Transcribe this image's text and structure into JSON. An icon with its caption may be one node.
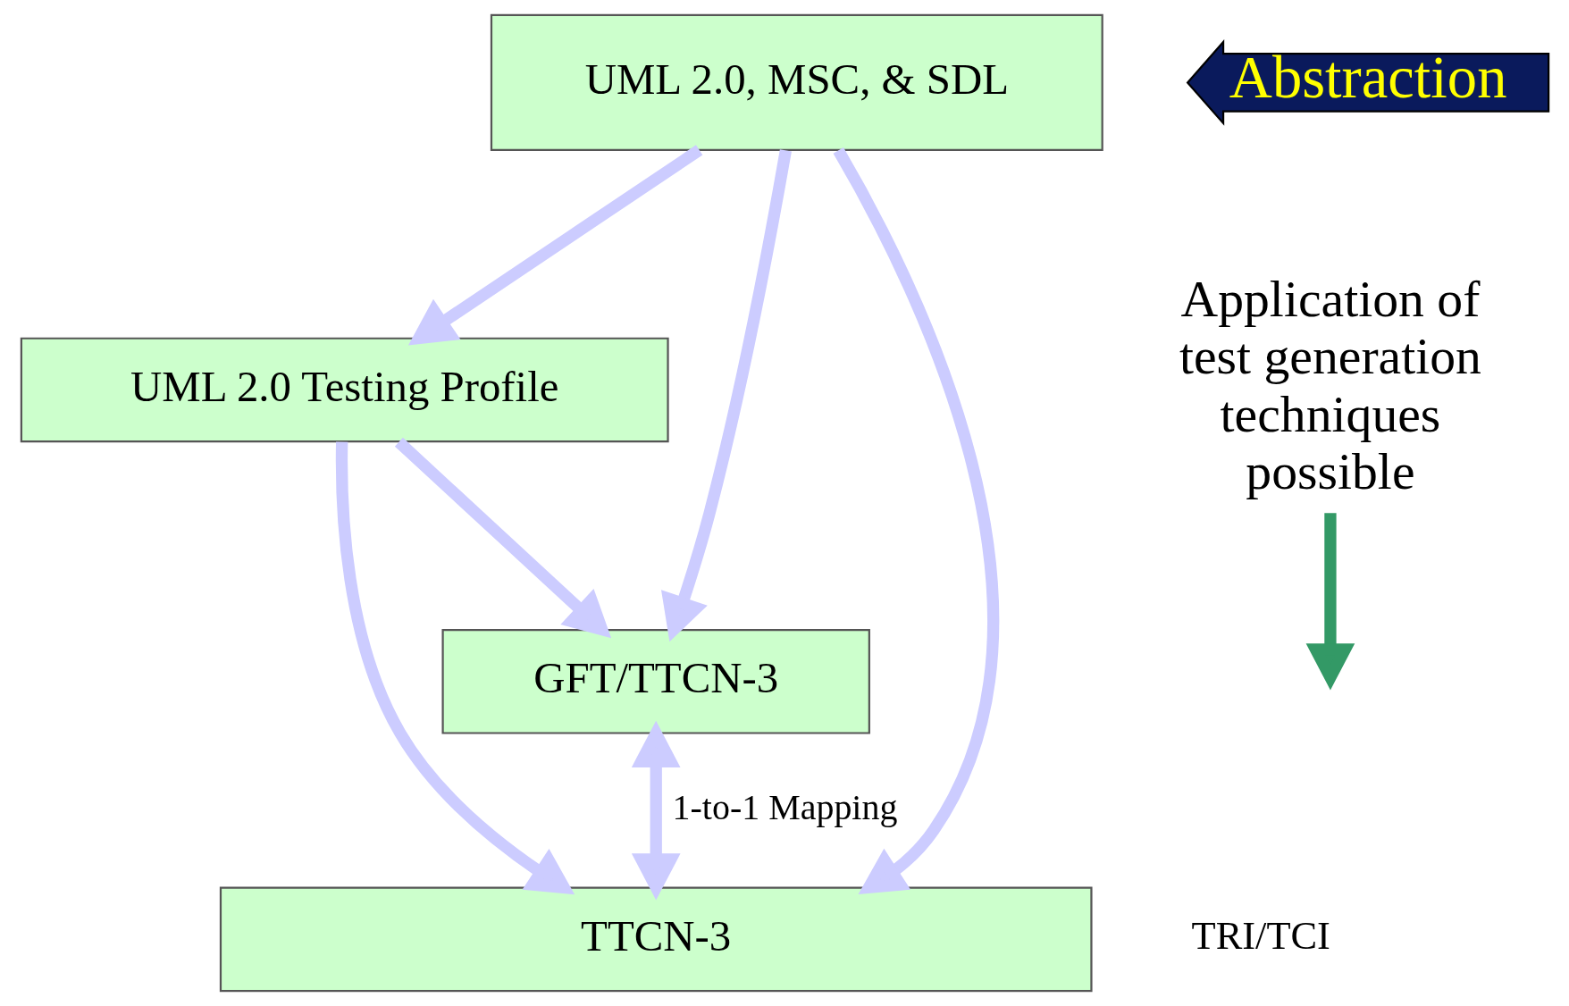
{
  "diagram": {
    "nodes": [
      {
        "text": [
          "UML 2.0, MSC, & SDL"
        ]
      },
      {
        "text": [
          "UML 2.0 Testing Profile"
        ]
      },
      {
        "text": [
          "GFT/TTCN-3"
        ]
      },
      {
        "text": [
          "TTCN-3"
        ]
      },
      {
        "text": [
          "Application of test generation techniques possible"
        ]
      }
    ],
    "edges": [
      {
        "from": 0,
        "to": 3,
        "arrow": "to"
      },
      {
        "from": 0,
        "to": 1,
        "arrow": "to"
      },
      {
        "from": 0,
        "to": 2,
        "arrow": "to"
      },
      {
        "from": 1,
        "to": 3,
        "arrow": "to"
      },
      {
        "from": 1,
        "to": 2,
        "arrow": "to"
      },
      {
        "from": 2,
        "to": 3,
        "arrow": "both",
        "label": "1-to-1 Mapping"
      },
      {
        "from": 4,
        "to": null,
        "arrow": "to",
        "color": "#339966"
      }
    ],
    "labels": [
      "Abstraction",
      "TRI/TCI"
    ]
  }
}
